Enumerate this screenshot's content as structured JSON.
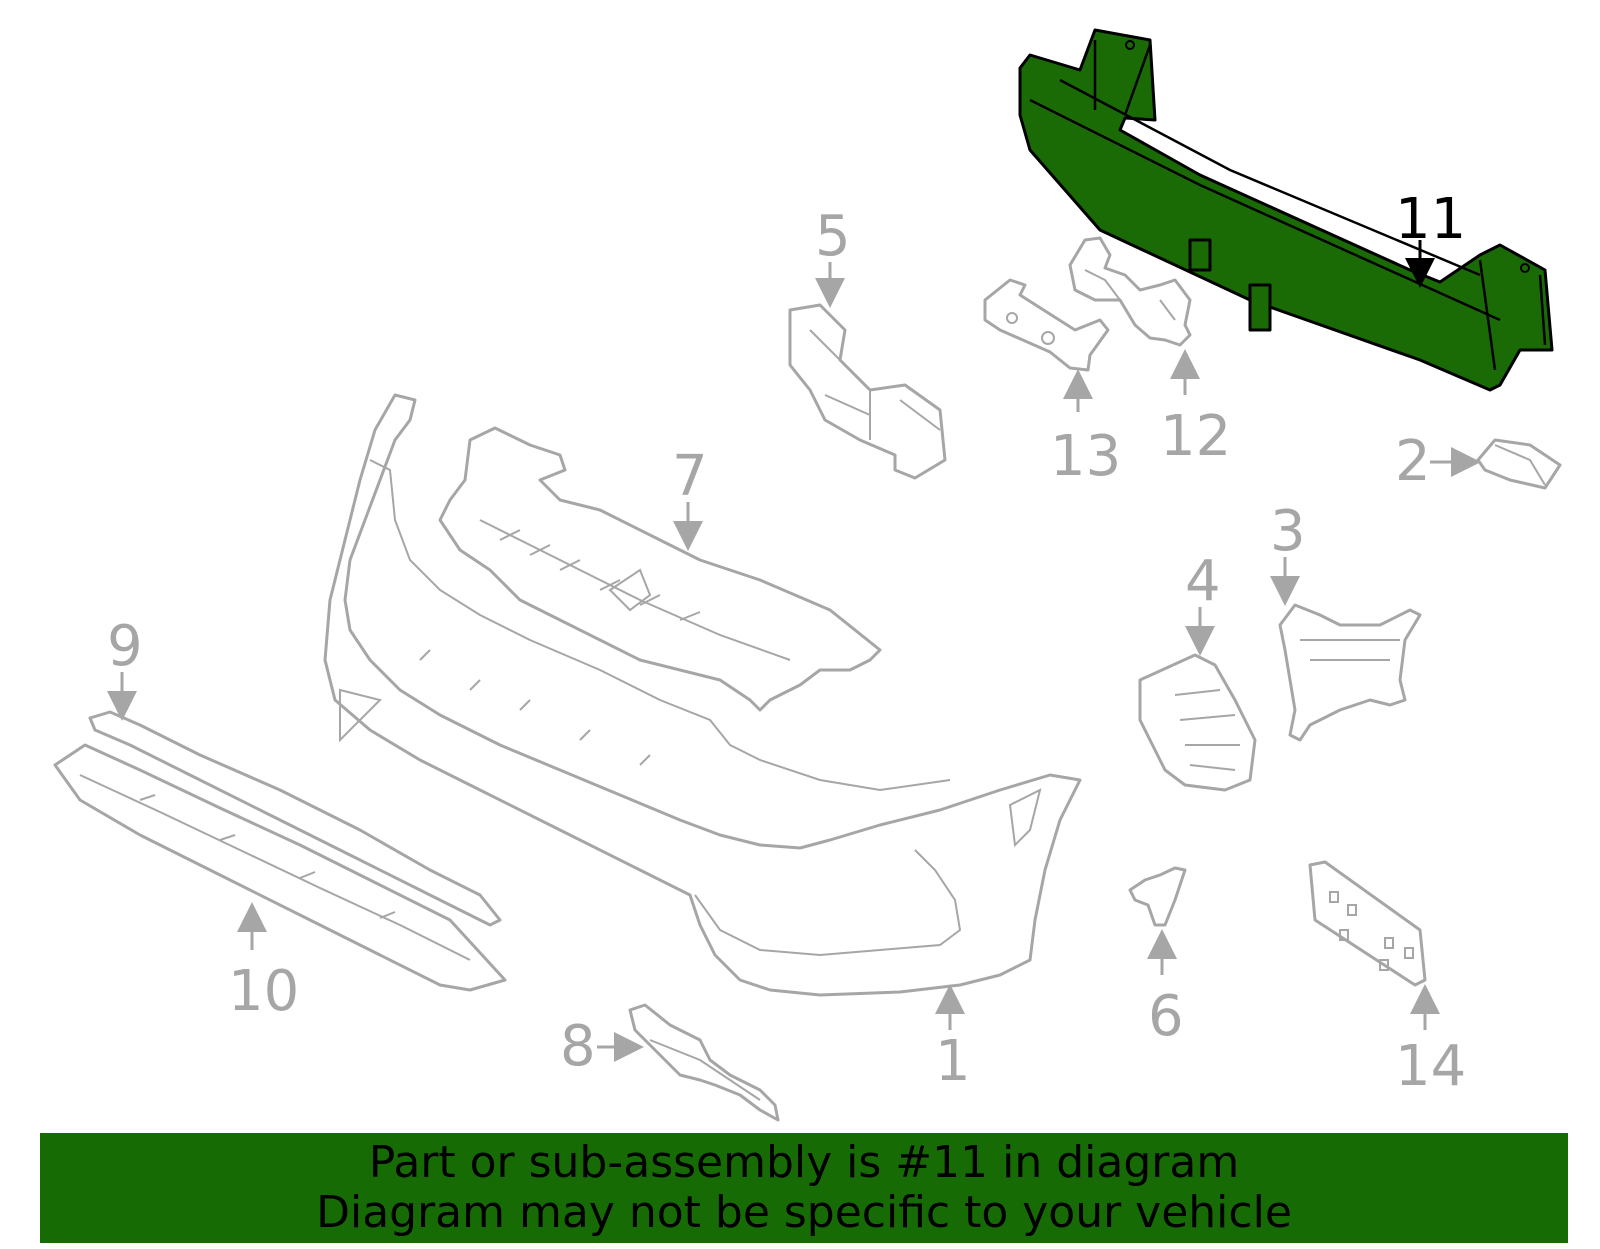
{
  "diagram": {
    "highlighted_part": "11",
    "highlight_color": "#176b05",
    "callouts": [
      "1",
      "2",
      "3",
      "4",
      "5",
      "6",
      "7",
      "8",
      "9",
      "10",
      "11",
      "12",
      "13",
      "14"
    ]
  },
  "banner": {
    "line1": "Part or sub-assembly is #11 in diagram",
    "line2": "Diagram may not be specific to your vehicle",
    "background": "#176b05"
  }
}
